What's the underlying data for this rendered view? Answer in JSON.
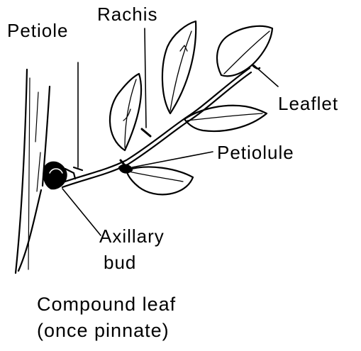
{
  "labels": {
    "petiole": "Petiole",
    "rachis": "Rachis",
    "leaflet": "Leaflet",
    "petiolule": "Petiolule",
    "axillary_bud_line1": "Axillary",
    "axillary_bud_line2": "bud"
  },
  "caption": {
    "line1": "Compound leaf",
    "line2": "(once pinnate)"
  },
  "colors": {
    "ink": "#000000",
    "paper": "#ffffff"
  }
}
